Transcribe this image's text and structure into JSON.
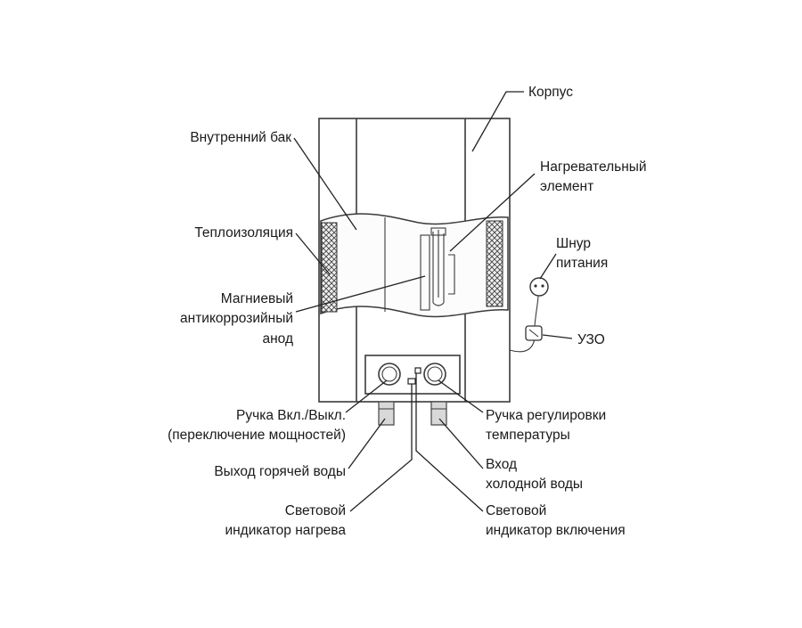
{
  "labels": {
    "body": "Корпус",
    "inner_tank": "Внутренний бак",
    "heating_element": [
      "Нагревательный",
      "элемент"
    ],
    "insulation": "Теплоизоляция",
    "power_cord": [
      "Шнур",
      "питания"
    ],
    "anode": [
      "Магниевый",
      "антикоррозийный",
      "анод"
    ],
    "rcd": "УЗО",
    "power_knob": [
      "Ручка Вкл./Выкл.",
      "(переключение мощностей)"
    ],
    "temp_knob": [
      "Ручка регулировки",
      "температуры"
    ],
    "hot_outlet": "Выход горячей воды",
    "cold_inlet": [
      "Вход",
      "холодной воды"
    ],
    "heat_indicator": [
      "Световой",
      "индикатор нагрева"
    ],
    "power_indicator": [
      "Световой",
      "индикатор включения"
    ]
  }
}
